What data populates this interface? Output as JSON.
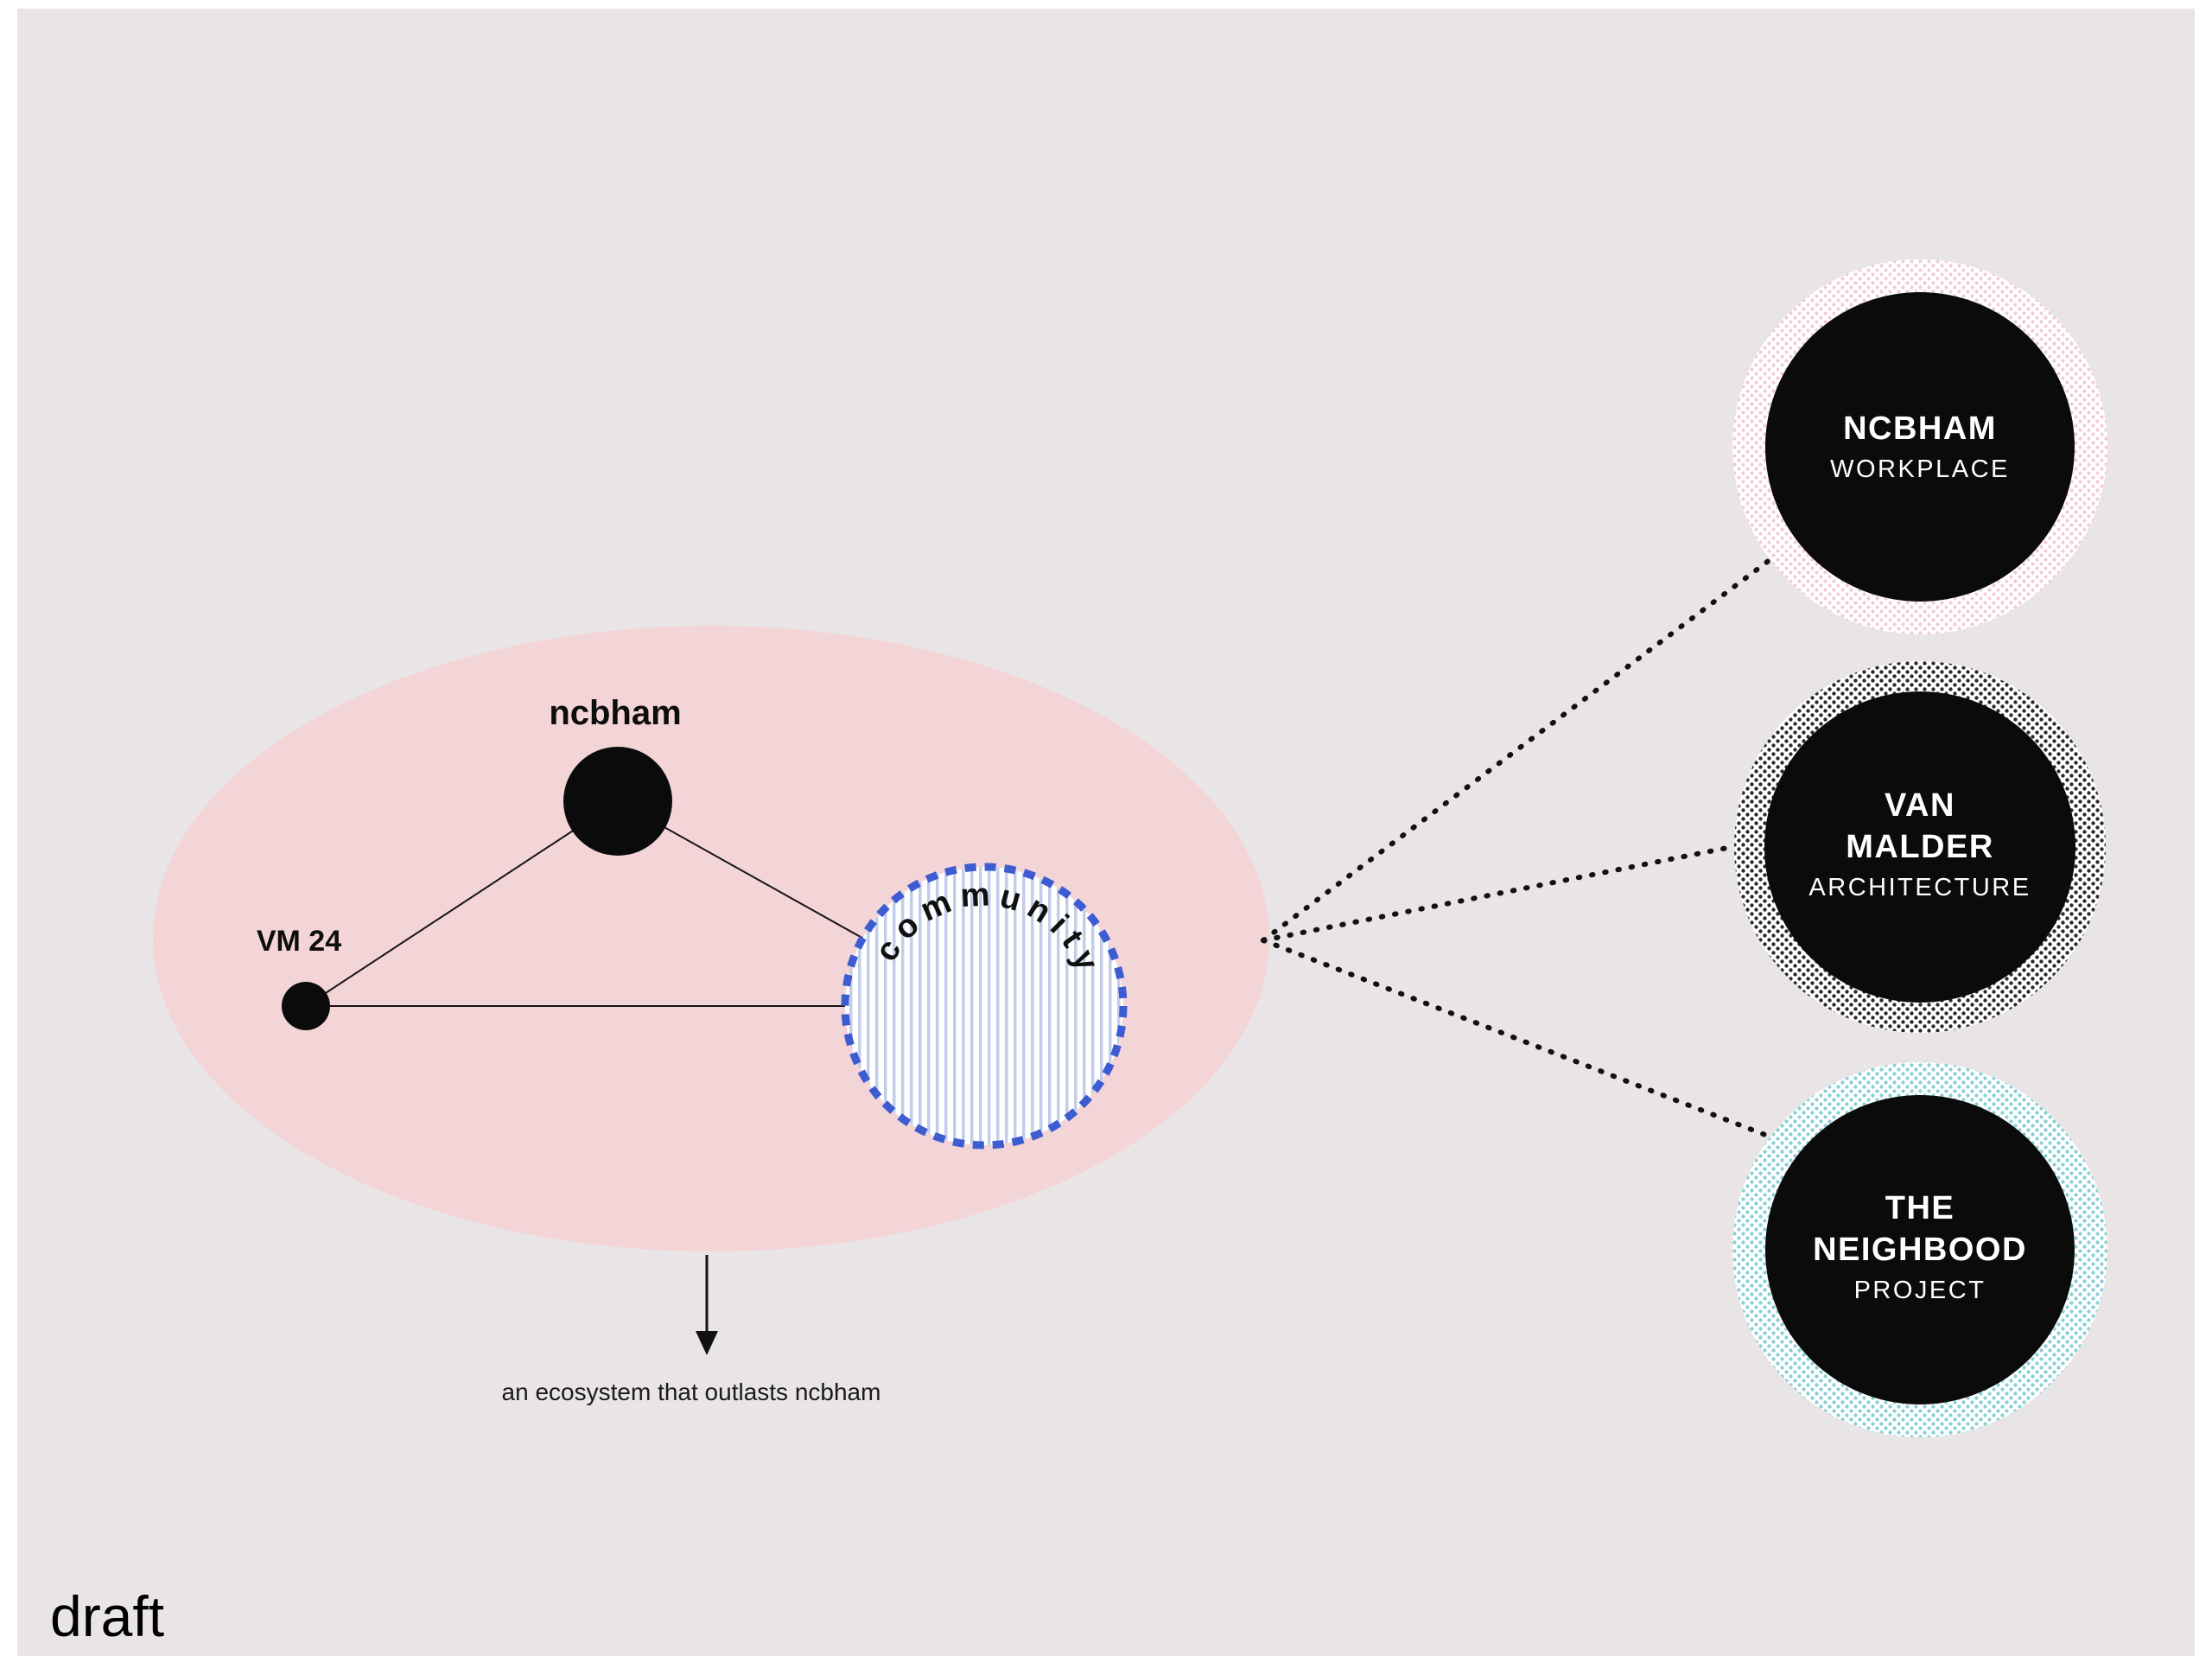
{
  "diagram": {
    "draft_label": "draft",
    "caption": "an ecosystem that outlasts ncbham",
    "cluster": {
      "ncbham_label": "ncbham",
      "vm24_label": "VM 24",
      "community_label": "community"
    },
    "nodes": [
      {
        "title_line1": "NCBHAM",
        "subtitle": "WORKPLACE",
        "ring_color": "#f2ccd1"
      },
      {
        "title_line1": "VAN",
        "title_line2": "MALDER",
        "subtitle": "ARCHITECTURE",
        "ring_color": "#2a2a2a"
      },
      {
        "title_line1": "THE",
        "title_line2": "NEIGHBOOD",
        "subtitle": "PROJECT",
        "ring_color": "#8bd0d5"
      }
    ],
    "colors": {
      "background": "#e9e5e6",
      "ellipse_fill": "#f3d4d7",
      "node_fill": "#0b0b0b",
      "community_border": "#3d5cd2",
      "community_stripe": "#c2cde9"
    }
  }
}
